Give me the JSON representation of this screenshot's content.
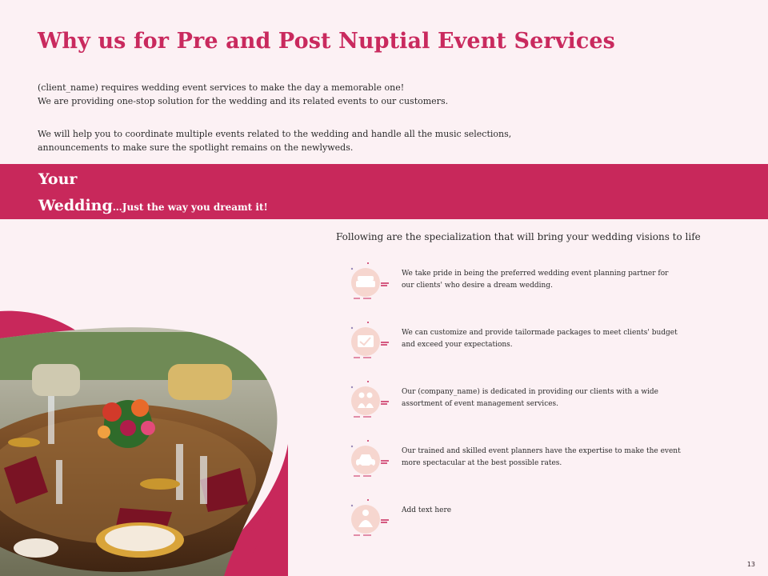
{
  "slide": {
    "title": "Why us for Pre and Post Nuptial Event Services",
    "intro_1_line_1": "(client_name) requires wedding event services to make the day a memorable one!",
    "intro_1_line_2": "We are providing one-stop solution for the wedding and its related events to our customers.",
    "intro_2_line_1": "We will help you to coordinate multiple events related to the wedding and handle all the music selections,",
    "intro_2_line_2": "announcements to make sure the spotlight remains on the newlyweds.",
    "band_line_1": "Your",
    "band_line_2_big": "Wedding",
    "band_line_2_small": "…Just the way you dreamt it!",
    "spec_heading": "Following are the specialization that will bring your wedding visions to life",
    "page_number": "13"
  },
  "items": [
    {
      "icon": "cake-icon",
      "line_1": "We take pride in being the preferred wedding event planning partner for",
      "line_2": "our clients' who desire a dream wedding."
    },
    {
      "icon": "invitation-card-icon",
      "line_1": "We can customize and provide tailormade packages to meet clients' budget",
      "line_2": "and exceed your expectations."
    },
    {
      "icon": "couple-icon",
      "line_1": "Our (company_name) is dedicated in providing our clients with a wide",
      "line_2": "assortment of event management services."
    },
    {
      "icon": "car-icon",
      "line_1": "Our trained and skilled event planners have the expertise to make the event",
      "line_2": "more spectacular at the best possible rates."
    },
    {
      "icon": "bride-icon",
      "line_1": "Add text here",
      "line_2": ""
    }
  ],
  "colors": {
    "accent": "#c8285b",
    "background": "#fcf1f4",
    "icon_circle": "#f6d6cf"
  }
}
